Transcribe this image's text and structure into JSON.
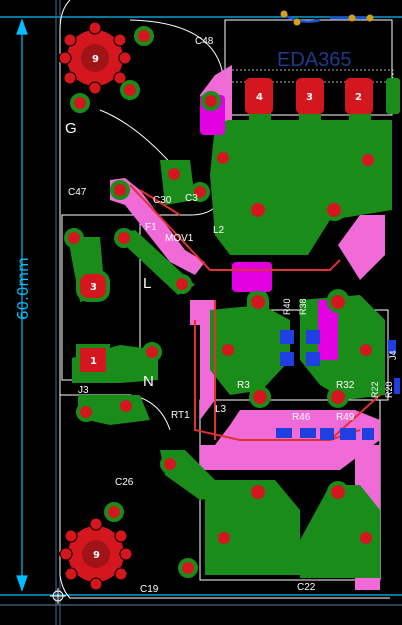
{
  "board": {
    "dimension_label": "60.0mm",
    "logo_text": "EDA365",
    "colors": {
      "background": "#000000",
      "copper_top": "#1a8c1a",
      "copper_pink": "#f06ad8",
      "magenta": "#e000e0",
      "pad": "#d4171e",
      "trace_red": "#e03030",
      "smd_blue": "#1f3fe0",
      "outline": "#ffffff",
      "dimension": "#00bfff"
    }
  },
  "labels": {
    "c48": "C48",
    "g": "G",
    "c47": "C47",
    "c30": "C30",
    "c3": "C3",
    "f1": "F1",
    "mov1": "MOV1",
    "l2": "L2",
    "l": "L",
    "r40": "R40",
    "r38": "R38",
    "j4": "J4",
    "r3": "R3",
    "r32": "R32",
    "r22": "R22",
    "r20": "R20",
    "r46": "R46",
    "r49": "R49",
    "n": "N",
    "j3": "J3",
    "rt1": "RT1",
    "l3": "L3",
    "c26": "C26",
    "c19": "C19",
    "c22": "C22"
  },
  "pads": {
    "mount_top": "9",
    "mount_bottom": "9",
    "conn_4": "4",
    "conn_3": "3",
    "conn_2": "2",
    "fuse_3": "3",
    "j3_1": "1"
  },
  "icons": {
    "origin": "origin-crosshair-icon"
  }
}
